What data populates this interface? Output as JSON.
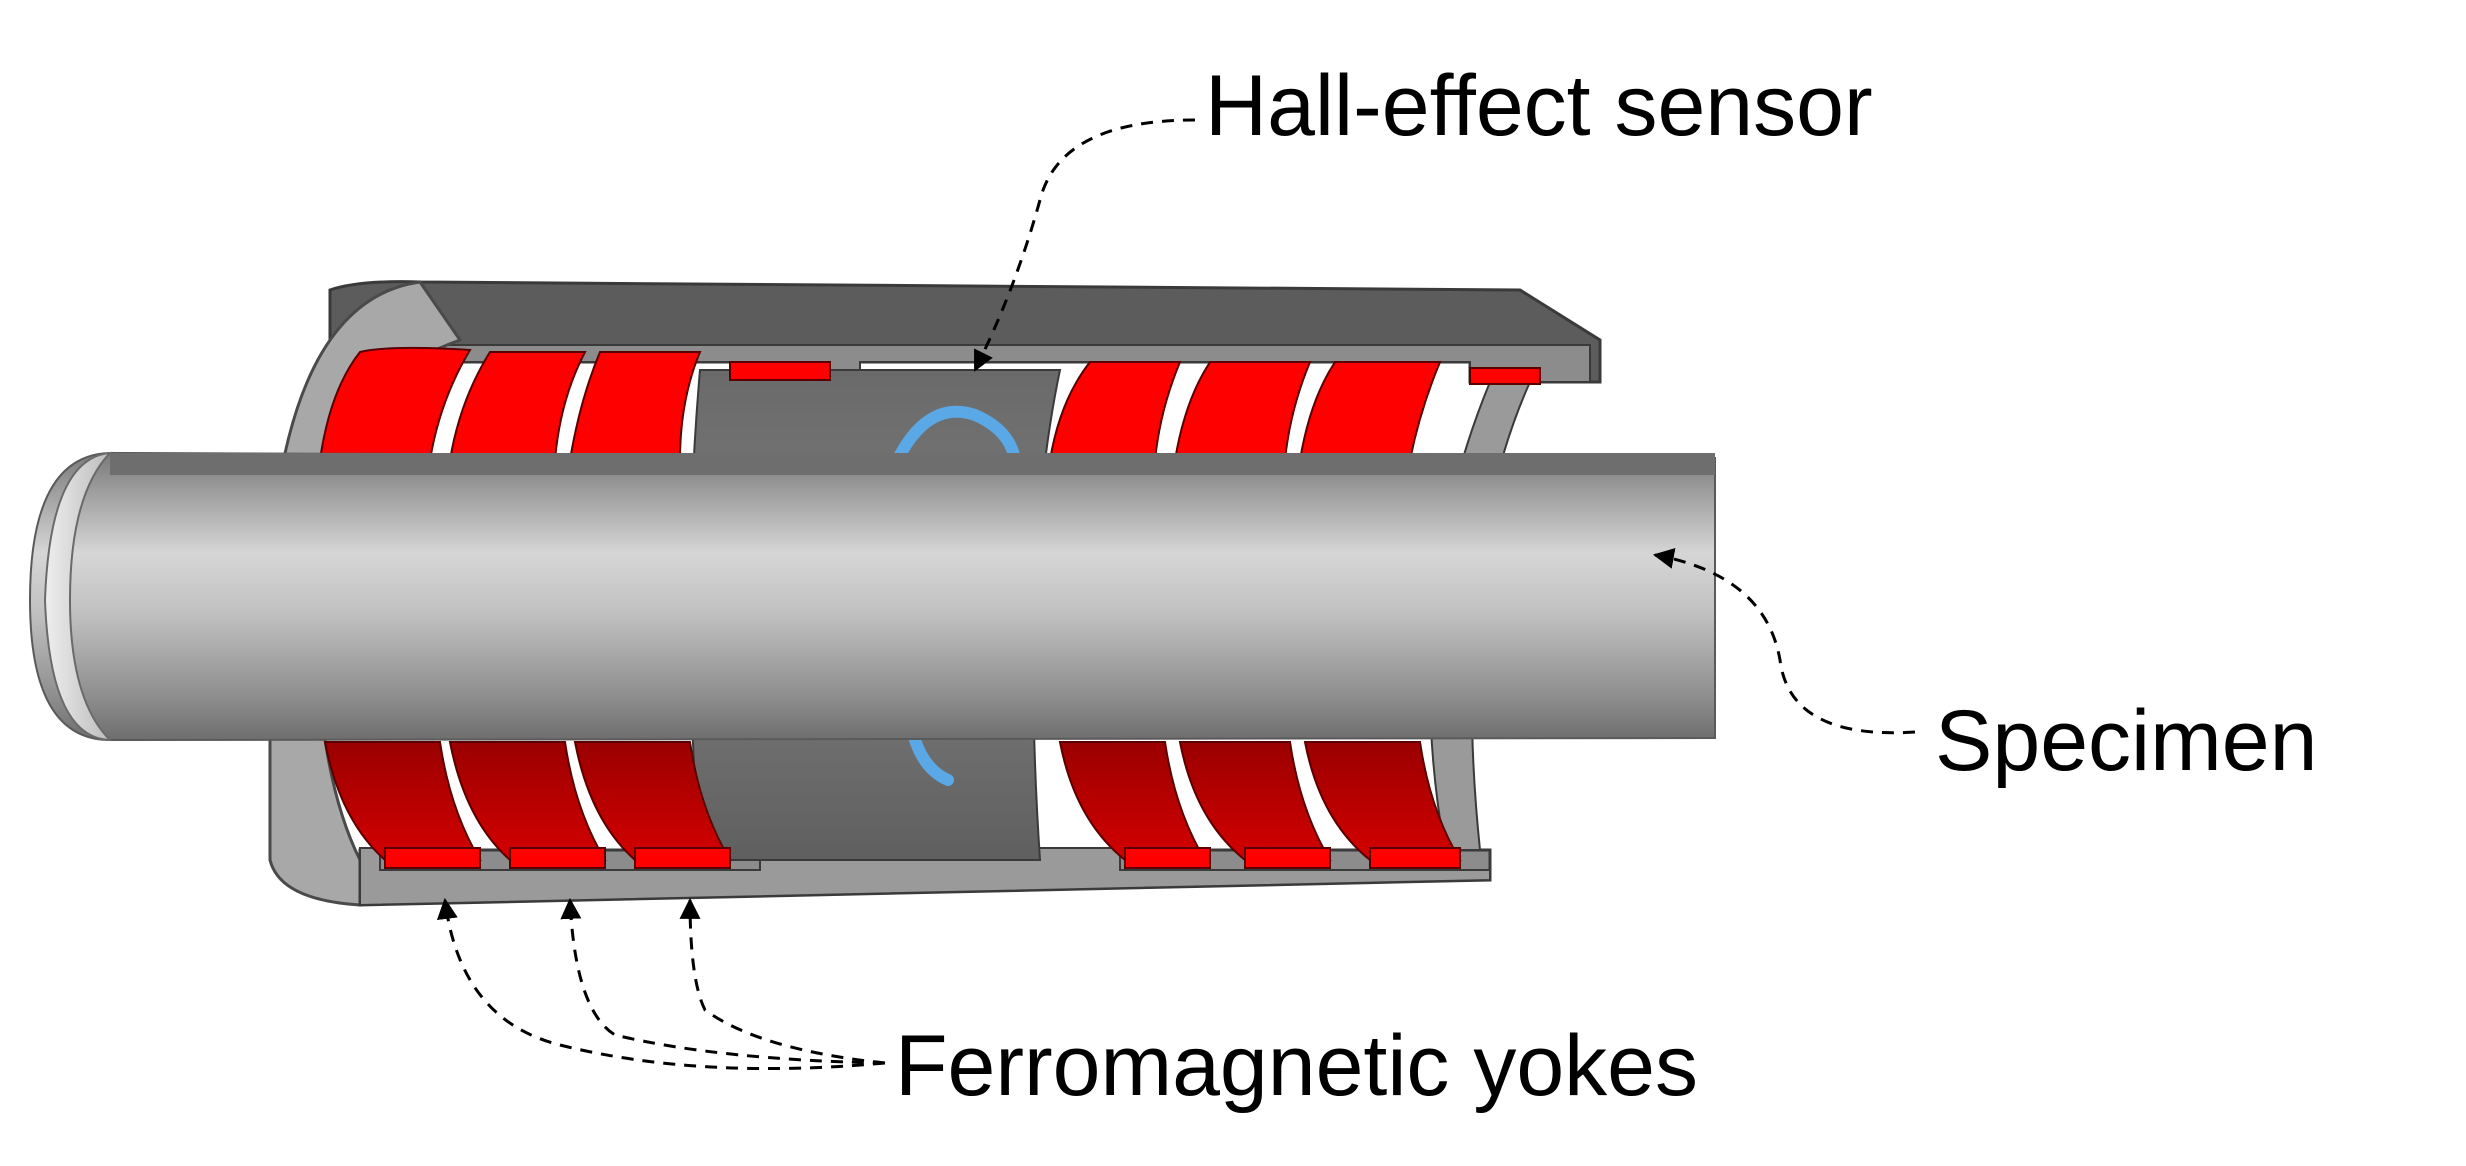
{
  "labels": {
    "hall_sensor": "Hall-effect sensor",
    "specimen": "Specimen",
    "yokes": "Ferromagnetic yokes"
  },
  "colors": {
    "yoke_red": "#ff0000",
    "yoke_dark_red": "#b00000",
    "housing_dark": "#555555",
    "housing_mid": "#8c8c8c",
    "housing_light": "#b4b4b4",
    "specimen_light": "#e0e0e0",
    "specimen_dark": "#8a8a8a",
    "sensor_blue": "#5aa8e6"
  }
}
